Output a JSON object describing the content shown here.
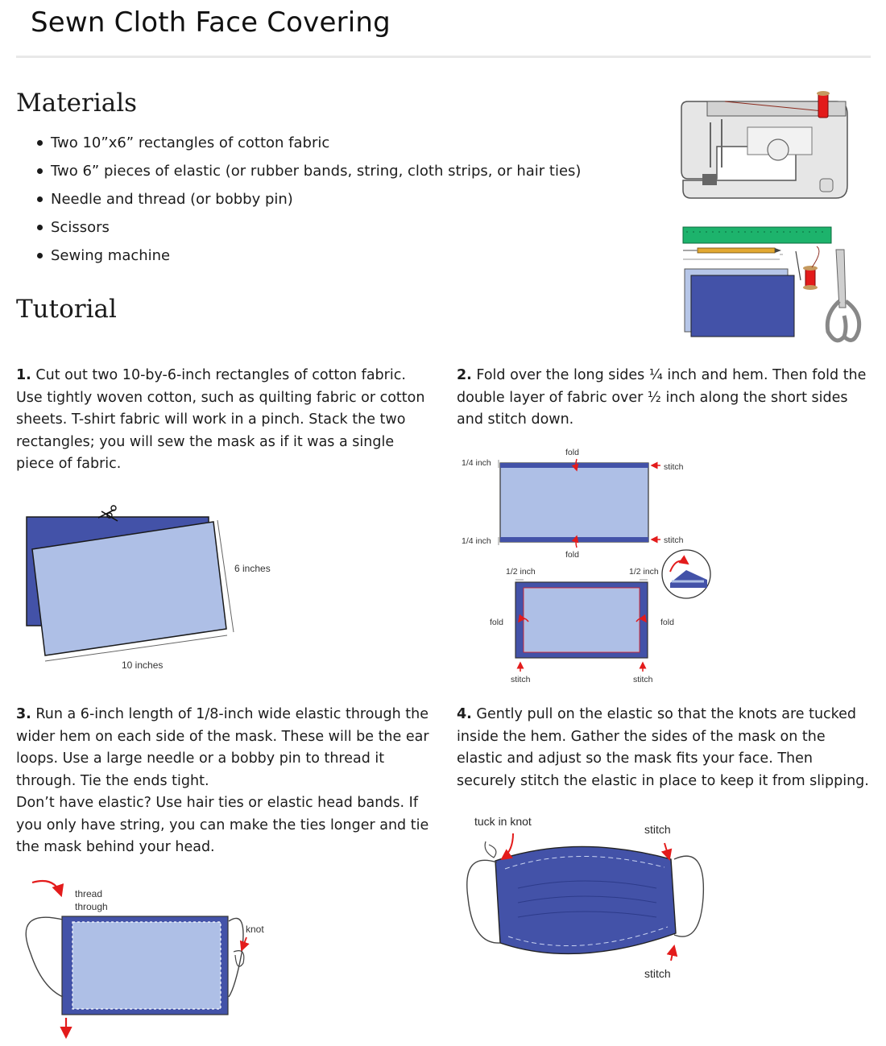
{
  "page": {
    "title": "Sewn Cloth Face Covering"
  },
  "materials": {
    "heading": "Materials",
    "items": [
      "Two 10”x6” rectangles of cotton fabric",
      "Two 6” pieces of elastic (or rubber bands, string, cloth strips, or hair ties)",
      "Needle and thread (or bobby pin)",
      "Scissors",
      "Sewing machine"
    ]
  },
  "tutorial": {
    "heading": "Tutorial",
    "steps": [
      {
        "num": "1.",
        "text": "Cut out two 10-by-6-inch rectangles of cotton fabric. Use tightly woven cotton, such as quilting fabric or cotton sheets. T-shirt fabric will work in a pinch. Stack the two rectangles; you will sew the mask as if it was a single piece of fabric."
      },
      {
        "num": "2.",
        "text": "Fold over the long sides ¼ inch and hem. Then fold the double layer of fabric over ½ inch along the short sides and stitch down."
      },
      {
        "num": "3.",
        "text": "Run a 6-inch length of 1/8-inch wide elastic through the wider hem on each side of the mask. These will be the ear loops. Use a large needle or a bobby pin to thread it through. Tie the ends tight.",
        "extra": "Don’t have elastic? Use hair ties or elastic head bands. If you only have string, you can make the ties longer and tie the mask behind your head."
      },
      {
        "num": "4.",
        "text": "Gently pull on the elastic so that the knots are tucked inside the hem. Gather the sides of the mask on the elastic and adjust so the mask fits your face. Then securely stitch the elastic in place to keep it from slipping."
      }
    ]
  },
  "figures": {
    "fig1": {
      "height_label": "6 inches",
      "width_label": "10 inches"
    },
    "fig2": {
      "quarter_inch_top": "1/4 inch",
      "quarter_inch_bottom": "1/4 inch",
      "fold_top": "fold",
      "fold_bottom": "fold",
      "stitch_top": "stitch",
      "stitch_bottom": "stitch",
      "half_inch_left": "1/2 inch",
      "half_inch_right": "1/2 inch",
      "fold_left": "fold",
      "fold_right": "fold",
      "stitch_left": "stitch",
      "stitch_right": "stitch"
    },
    "fig3": {
      "thread_line1": "thread",
      "thread_line2": "through",
      "knot": "knot"
    },
    "fig4": {
      "tuck": "tuck in knot",
      "stitch_top": "stitch",
      "stitch_bottom": "stitch"
    }
  },
  "colors": {
    "fabric_dark": "#4352a8",
    "fabric_light": "#aebfe6",
    "arrow_red": "#e31b1b",
    "green_ruler": "#1db36c"
  }
}
